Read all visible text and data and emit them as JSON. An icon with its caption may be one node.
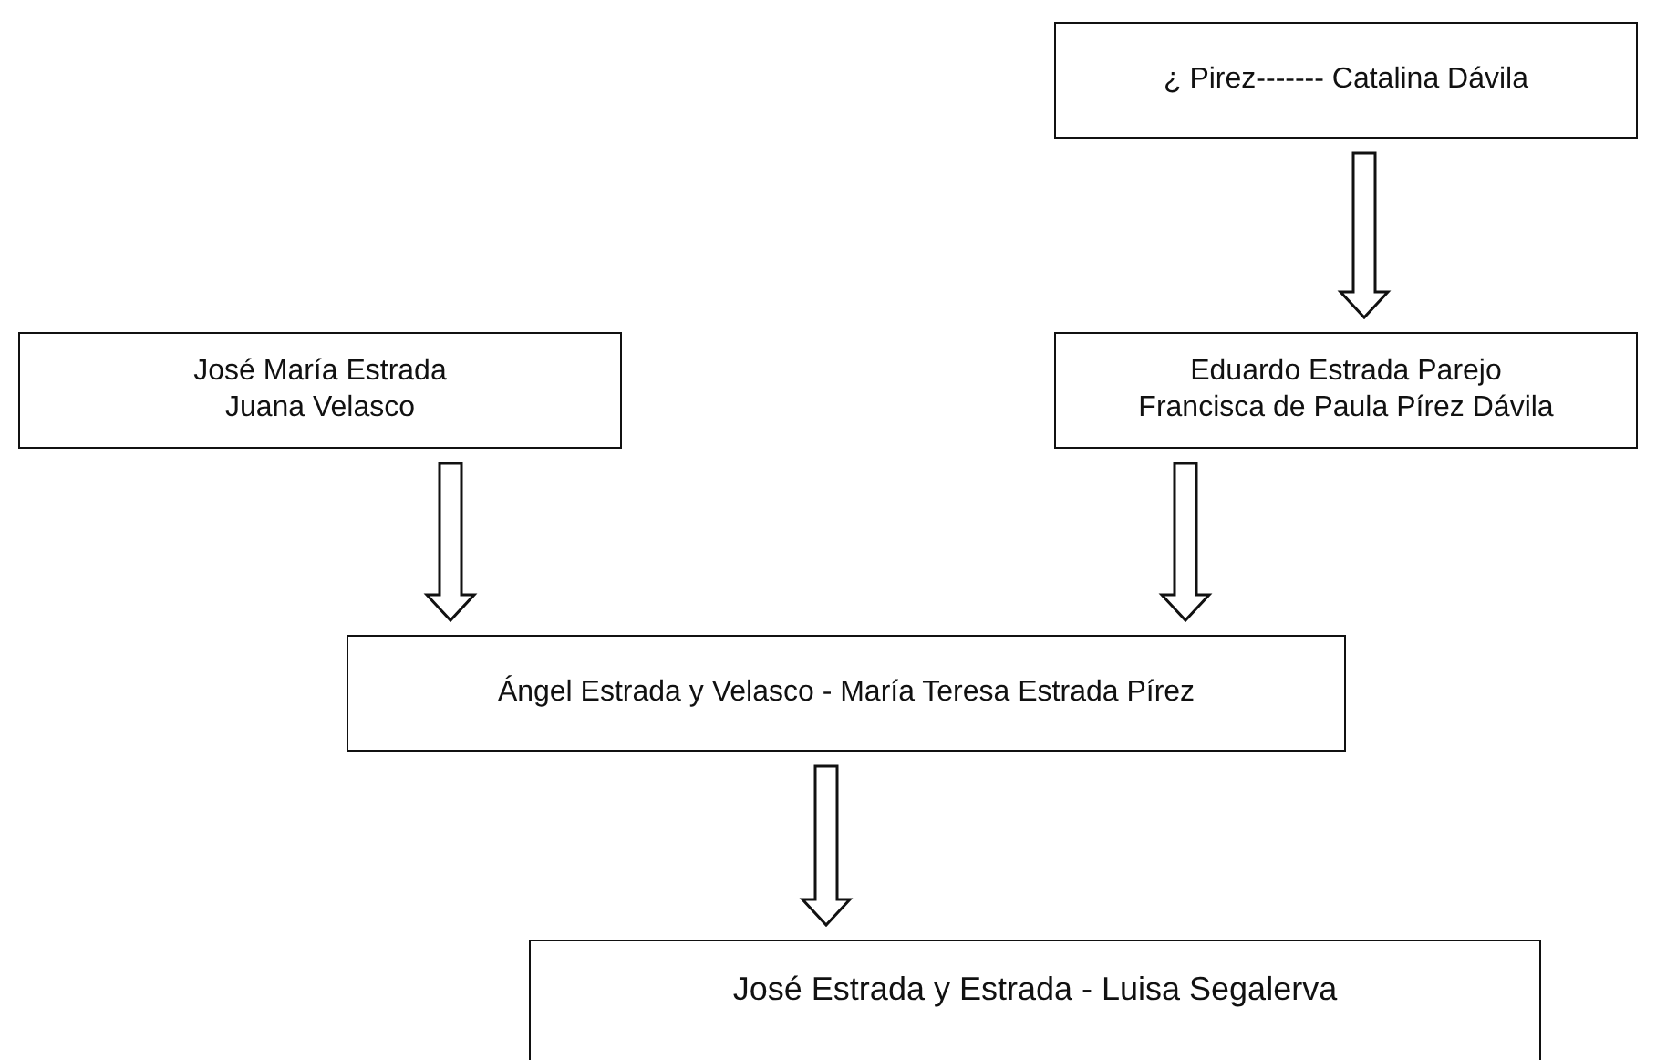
{
  "diagram": {
    "nodes": [
      {
        "text": [
          "¿ Pirez------- Catalina Dávila"
        ]
      },
      {
        "text": [
          "José María Estrada",
          "Juana Velasco"
        ]
      },
      {
        "text": [
          "Eduardo Estrada Parejo",
          "Francisca de Paula Pírez Dávila"
        ]
      },
      {
        "text": [
          "Ángel Estrada y Velasco - María Teresa Estrada Pírez"
        ]
      },
      {
        "text": [
          "José Estrada y Estrada - Luisa Segalerva"
        ]
      }
    ],
    "edges": [
      {
        "from": 0,
        "to": 2,
        "arrow": "to"
      },
      {
        "from": 1,
        "to": 3,
        "arrow": "to"
      },
      {
        "from": 2,
        "to": 3,
        "arrow": "to"
      },
      {
        "from": 3,
        "to": 4,
        "arrow": "to"
      }
    ]
  }
}
